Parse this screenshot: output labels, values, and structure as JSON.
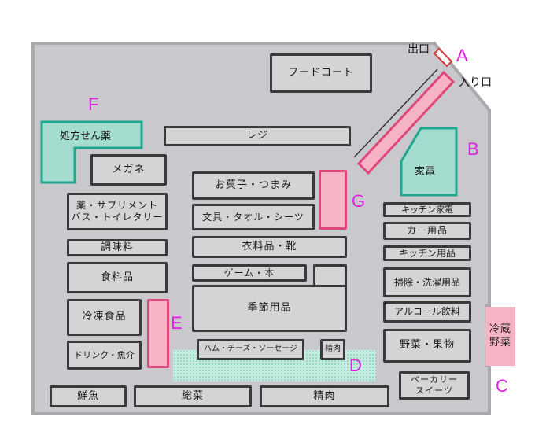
{
  "title": "Store floor map",
  "entrances": {
    "exit": "出口",
    "entrance": "入り口"
  },
  "zone_letters": [
    "A",
    "B",
    "C",
    "D",
    "E",
    "F",
    "G"
  ],
  "sections": {
    "food_court": "フードコート",
    "register": "レジ",
    "pharmacy": "処方せん薬",
    "glasses": "メガネ",
    "medicine_1": "薬・サプリメント",
    "medicine_2": "バス・トイレタリー",
    "seasoning": "調味料",
    "groceries": "食料品",
    "frozen": "冷凍食品",
    "drinks_fish": "ドリンク・魚介",
    "snacks": "お菓子・つまみ",
    "stationery": "文具・タオル・シーツ",
    "clothing": "衣料品・靴",
    "games_books": "ゲーム・本",
    "seasonal": "季節用品",
    "ham_cheese": "ハム・チーズ・ソーセージ",
    "meat_small": "精肉",
    "fresh_fish": "鮮魚",
    "deli": "総菜",
    "meat": "精肉",
    "appliances": "家電",
    "kitchen_appliances": "キッチン家電",
    "car_goods": "カー用品",
    "kitchen_goods": "キッチン用品",
    "cleaning": "掃除・洗濯用品",
    "alcohol": "アルコール飲料",
    "produce": "野菜・果物",
    "bakery_1": "ベーカリー",
    "bakery_2": "スイーツ",
    "chilled_veg_1": "冷蔵",
    "chilled_veg_2": "野菜"
  },
  "colors": {
    "floor": "#c9c8cc",
    "pink": "#f6b3c6",
    "teal": "#a5dcd0",
    "letter": "#e020e0"
  }
}
